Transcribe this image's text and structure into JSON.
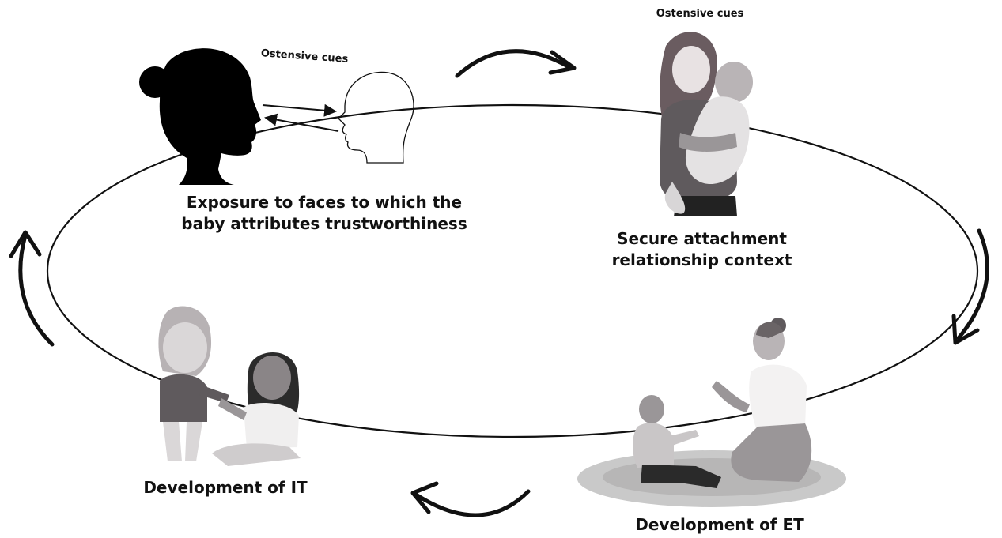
{
  "labels": {
    "exposure_line1": "Exposure to faces to which the",
    "exposure_line2": "baby attributes trustworthiness",
    "secure_line1": "Secure attachment",
    "secure_line2": "relationship context",
    "development_it": "Development of IT",
    "development_et": "Development of ET",
    "ostensive_cues_1": "Ostensive cues",
    "ostensive_cues_2": "Ostensive cues"
  },
  "colors": {
    "ink": "#111111",
    "silhouette": "#000000",
    "illustration_dark": "#5f5a5d",
    "illustration_mid": "#9a9698",
    "illustration_light": "#d8d6d7",
    "mat": "#c9c9c9"
  }
}
